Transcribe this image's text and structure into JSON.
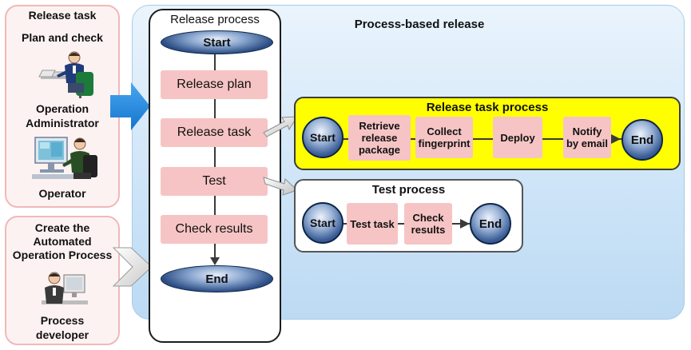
{
  "left_panel": {
    "title": "Release task",
    "subtitle": "Plan and check",
    "admin_label_line1": "Operation",
    "admin_label_line2": "Administrator",
    "operator_label": "Operator"
  },
  "developer_panel": {
    "title_line1": "Create the",
    "title_line2": "Automated",
    "title_line3": "Operation Process",
    "label_line1": "Process",
    "label_line2": "developer"
  },
  "main": {
    "title": "Process-based release"
  },
  "release_process": {
    "title": "Release process",
    "start": "Start",
    "end": "End",
    "steps": [
      "Release plan",
      "Release task",
      "Test",
      "Check results"
    ]
  },
  "release_task_process": {
    "title": "Release task process",
    "start": "Start",
    "end": "End",
    "steps": [
      [
        "Retrieve",
        "release",
        "package"
      ],
      [
        "Collect",
        "fingerprint"
      ],
      [
        "Deploy"
      ],
      [
        "Notify",
        "by email"
      ]
    ]
  },
  "test_process": {
    "title": "Test process",
    "start": "Start",
    "end": "End",
    "steps": [
      [
        "Test task"
      ],
      [
        "Check",
        "results"
      ]
    ]
  },
  "colors": {
    "highlight": "#ffff00",
    "step_fill": "#f6c4c4",
    "arrow_blue": "#1e88e5"
  }
}
